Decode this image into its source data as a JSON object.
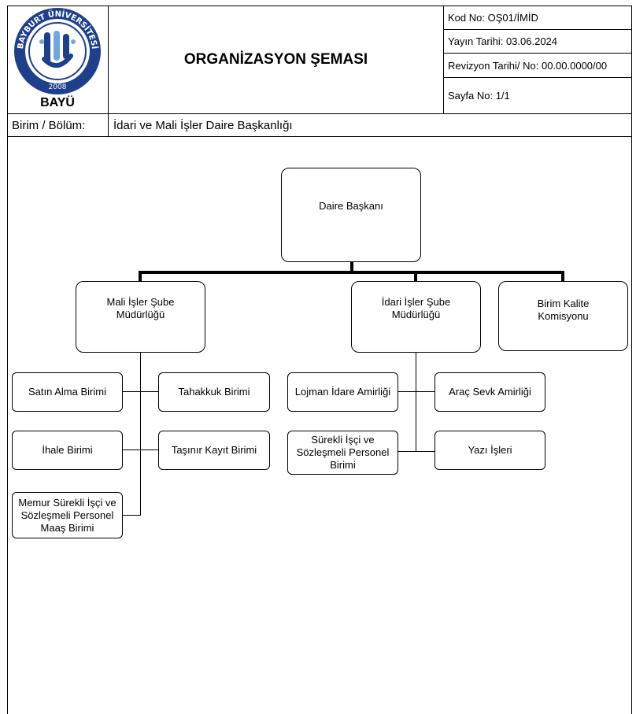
{
  "header": {
    "logo": {
      "ring_text": "BAYBURT ÜNİVERSİTESİ",
      "year": "2008",
      "abbr": "BAYÜ"
    },
    "title": "ORGANİZASYON ŞEMASI",
    "meta": {
      "kod_no": "Kod No: OŞ01/İMİD",
      "yayin_tarihi": "Yayın Tarihi: 03.06.2024",
      "revizyon": "Revizyon Tarihi/ No: 00.00.0000/00",
      "sayfa": "Sayfa No: 1/1"
    },
    "unit_label": "Birim / Bölüm:",
    "unit_value": "İdari ve Mali İşler Daire Başkanlığı"
  },
  "chart": {
    "head": "Daire Başkanı",
    "mali": {
      "title": "Mali İşler Şube Müdürlüğü",
      "left": [
        "Satın Alma Birimi",
        "İhale Birimi",
        "Memur Sürekli İşçi ve Sözleşmeli Personel Maaş Birimi"
      ],
      "right": [
        "Tahakkuk Birimi",
        "Taşınır Kayıt Birimi"
      ]
    },
    "idari": {
      "title": "İdari İşler Şube Müdürlüğü",
      "left": [
        "Lojman İdare Amirliği",
        "Sürekli İşçi ve Sözleşmeli Personel Birimi"
      ],
      "right": [
        "Araç Sevk Amirliği",
        "Yazı İşleri"
      ]
    },
    "kalite": "Birim Kalite Komisyonu"
  },
  "colors": {
    "logo_blue": "#1d3f8c",
    "logo_light": "#6fa8dc"
  }
}
